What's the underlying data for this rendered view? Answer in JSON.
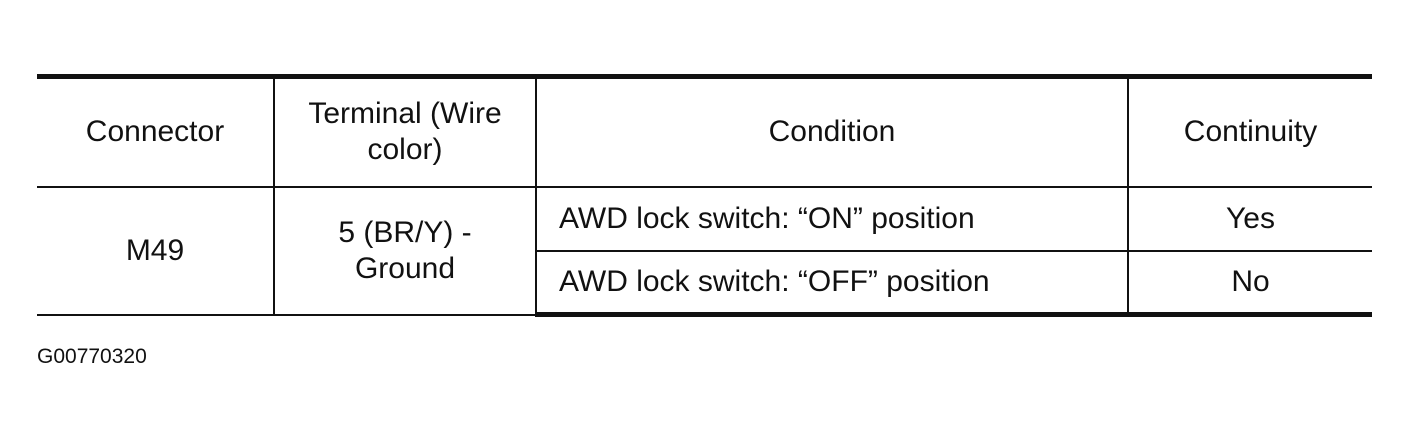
{
  "table": {
    "headers": {
      "connector": "Connector",
      "terminal": "Terminal (Wire color)",
      "condition": "Condition",
      "continuity": "Continuity"
    },
    "connector": "M49",
    "terminal": "5 (BR/Y) - Ground",
    "rows": [
      {
        "condition": "AWD lock switch: “ON” position",
        "continuity": "Yes"
      },
      {
        "condition": "AWD lock switch: “OFF” position",
        "continuity": "No"
      }
    ]
  },
  "figure_id": "G00770320"
}
